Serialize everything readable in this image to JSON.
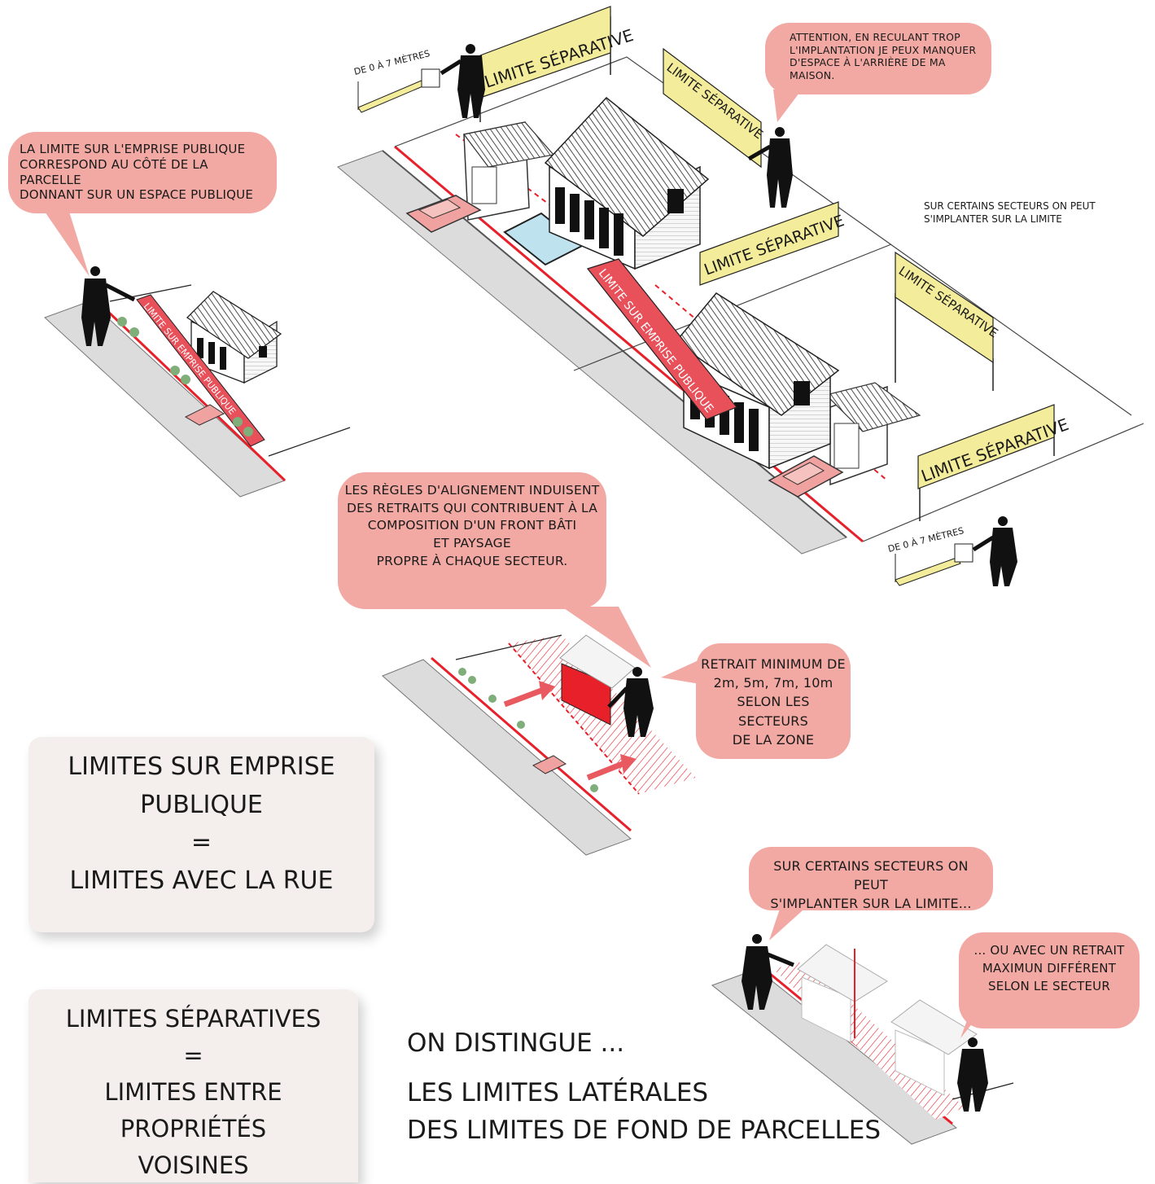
{
  "bubbles": {
    "emprise_publique": [
      "LA LIMITE SUR L'EMPRISE PUBLIQUE",
      "CORRESPOND AU CÔTÉ DE LA PARCELLE",
      "DONNANT SUR UN ESPACE PUBLIQUE"
    ],
    "attention": [
      "ATTENTION, EN RECULANT TROP",
      "L'IMPLANTATION JE PEUX MANQUER",
      "D'ESPACE À L'ARRIÈRE DE MA MAISON."
    ],
    "alignement": [
      "LES RÈGLES D'ALIGNEMENT INDUISENT",
      "DES RETRAITS QUI CONTRIBUENT À LA",
      "COMPOSITION D'UN FRONT BÂTI",
      "ET PAYSAGE",
      "PROPRE À CHAQUE SECTEUR."
    ],
    "retrait_minimum": [
      "RETRAIT MINIMUM DE",
      "2m, 5m, 7m, 10m",
      "SELON LES SECTEURS",
      "DE LA ZONE"
    ],
    "sur_limite": [
      "SUR CERTAINS SECTEURS ON PEUT",
      "S'IMPLANTER SUR LA LIMITE..."
    ],
    "retrait_maximum": [
      "... OU AVEC UN RETRAIT",
      "MAXIMUN DIFFÉRENT",
      "SELON LE SECTEUR"
    ]
  },
  "annotations": {
    "certains_secteurs": [
      "SUR CERTAINS SECTEURS ON PEUT",
      "S'IMPLANTER SUR LA LIMITE"
    ],
    "distance_top": "DE 0 À 7 MÈTRES",
    "distance_bottom": "DE 0 À 7 MÈTRES"
  },
  "signs": {
    "separative": "LIMITE SÉPARATIVE",
    "emprise": "LIMITE SUR EMPRISE PUBLIQUE"
  },
  "boxes": {
    "emprise": [
      "LIMITES SUR EMPRISE",
      "PUBLIQUE",
      "=",
      "LIMITES AVEC LA RUE"
    ],
    "separatives": [
      "LIMITES SÉPARATIVES",
      "=",
      "LIMITES ENTRE PROPRIÉTÉS",
      "VOISINES"
    ]
  },
  "distinction": {
    "intro": "ON DISTINGUE ...",
    "line1": "LES LIMITES LATÉRALES",
    "line2": "DES LIMITES DE FOND DE PARCELLES"
  },
  "colors": {
    "bubble": "#f2a9a3",
    "sign_yellow": "#f3ec9a",
    "limit_red": "#e8202a",
    "box_bg": "#f4efec",
    "road": "#d9d9d9"
  }
}
